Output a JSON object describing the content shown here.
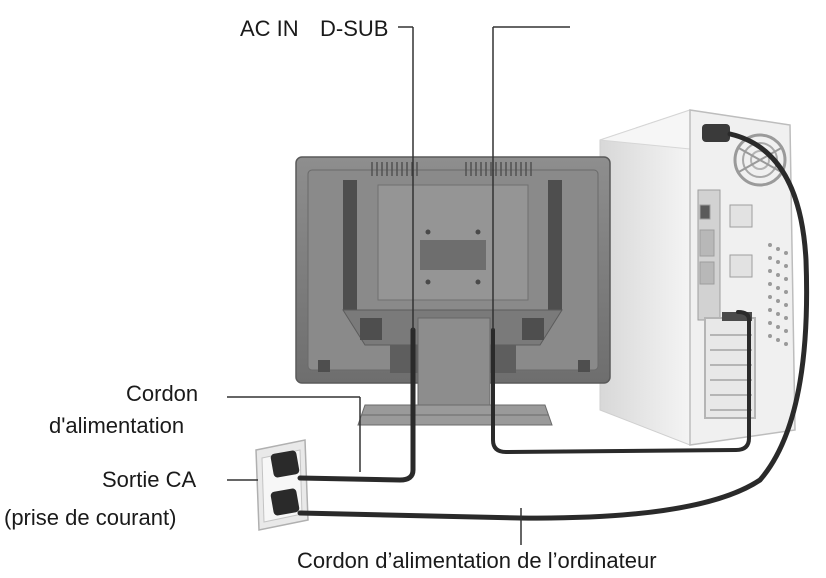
{
  "labels": {
    "ac_in": "AC IN",
    "d_sub": "D-SUB",
    "power_cord_line1": "Cordon",
    "power_cord_line2": "d'alimentation",
    "outlet_line1": "Sortie CA",
    "outlet_line2": "(prise de courant)",
    "computer_power_cord": "Cordon d’alimentation de l’ordinateur"
  },
  "colors": {
    "monitor_body": "#7d7d7d",
    "monitor_panel": "#9a9a9a",
    "pc_case": "#ececec",
    "cable": "#2a2a2a",
    "leader_line": "#333333",
    "outlet": "#e6e6e6"
  }
}
